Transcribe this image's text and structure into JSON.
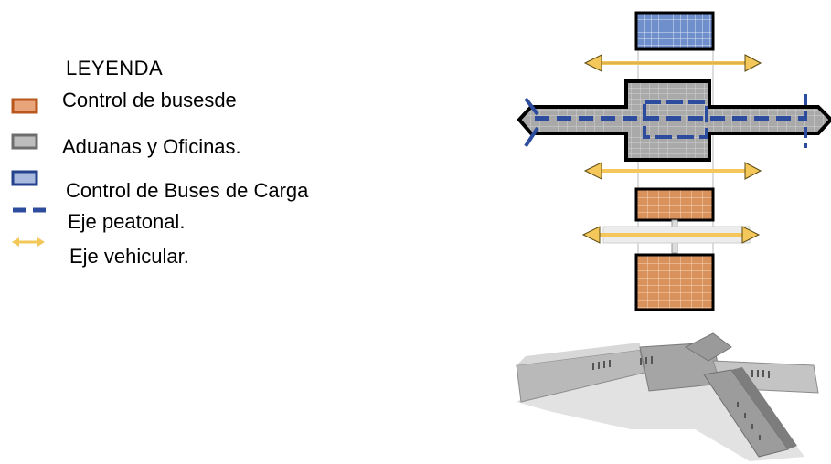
{
  "legend": {
    "title": "LEYENDA",
    "items": [
      {
        "label": "Control de busesde",
        "symbol": "orange-box-icon",
        "fill": "#E8A47A",
        "stroke": "#B8561B"
      },
      {
        "label": "Aduanas y Oficinas.",
        "symbol": "gray-box-icon",
        "fill": "#BDBDBD",
        "stroke": "#6E6E6E"
      },
      {
        "label": "Control de Buses de Carga",
        "symbol": "blue-box-icon",
        "fill": "#A8B9DE",
        "stroke": "#24418E"
      },
      {
        "label": "Eje peatonal.",
        "symbol": "blue-dashed-line-icon",
        "color": "#2E4C9E"
      },
      {
        "label": "Eje vehicular.",
        "symbol": "yellow-double-arrow-icon",
        "color": "#F3C75A"
      }
    ]
  },
  "colors": {
    "orange": "#D9925C",
    "gray": "#A9A9A9",
    "blue": "#7F9AD0",
    "pedestrian": "#2E4C9E",
    "vehicular": "#F3C75A",
    "outline": "#000000"
  }
}
